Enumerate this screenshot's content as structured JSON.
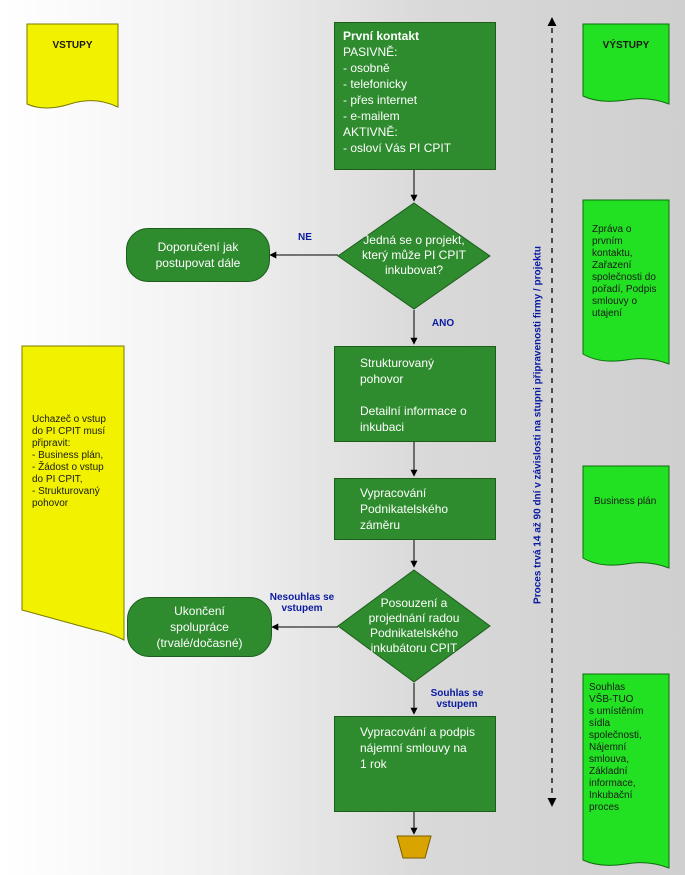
{
  "inputs": {
    "title": "VSTUPY",
    "applicant_note": [
      "Uchazeč o vstup",
      "do PI CPIT musí",
      "připravit:",
      "- Business plán,",
      "- Žádost o vstup",
      "do PI CPIT,",
      "- Strukturovaný",
      "pohovor"
    ]
  },
  "outputs": {
    "title": "VÝSTUPY",
    "report": [
      "Zpráva o",
      "prvním",
      "kontaktu,",
      "Zařazení",
      "společnosti do",
      "pořadí, Podpis",
      "smlouvy o",
      "utajení"
    ],
    "business_plan": "Business plán",
    "final": [
      "Souhlas",
      "VŠB-TUO",
      "s umístěním",
      "sídla",
      "společnosti,",
      "Nájemní",
      "smlouva,",
      "Základní",
      "informace,",
      "Inkubační",
      "proces"
    ]
  },
  "first_contact": {
    "heading": "První kontakt",
    "lines": [
      "PASIVNĚ:",
      "- osobně",
      "- telefonicky",
      "- přes internet",
      "- e-mailem",
      "AKTIVNĚ:",
      "- osloví Vás PI CPIT"
    ]
  },
  "decision1": {
    "lines": [
      "Jedná se o projekt,",
      "který může PI CPIT",
      "inkubovat?"
    ],
    "no_label": "NE",
    "yes_label": "ANO"
  },
  "recommendation": [
    "Doporučení jak",
    "postupovat dále"
  ],
  "interview": [
    "Strukturovaný",
    "pohovor",
    "",
    "Detailní informace o",
    "inkubaci"
  ],
  "business_plan_step": [
    "Vypracování",
    "Podnikatelského",
    "záměru"
  ],
  "decision2": {
    "lines": [
      "Posouzení a",
      "projednání radou",
      "Podnikatelského",
      "inkubátoru CPIT"
    ],
    "disagree_label": [
      "Nesouhlas se",
      "vstupem"
    ],
    "agree_label": [
      "Souhlas se",
      "vstupem"
    ]
  },
  "end_cooperation": [
    "Ukončení",
    "spolupráce",
    "(trvalé/dočasné)"
  ],
  "lease": [
    "Vypracování a podpis",
    "nájemní smlouvy na",
    "1 rok"
  ],
  "duration_note": "Proces trvá 14 až 90 dní v závislosti na stupni připravenosti firmy / projektu",
  "colors": {
    "process_green": "#2e8b2e",
    "output_green": "#22e022",
    "input_yellow": "#f2f200",
    "connector_gold": "#d9a400",
    "label_blue": "#0a1aa0"
  }
}
